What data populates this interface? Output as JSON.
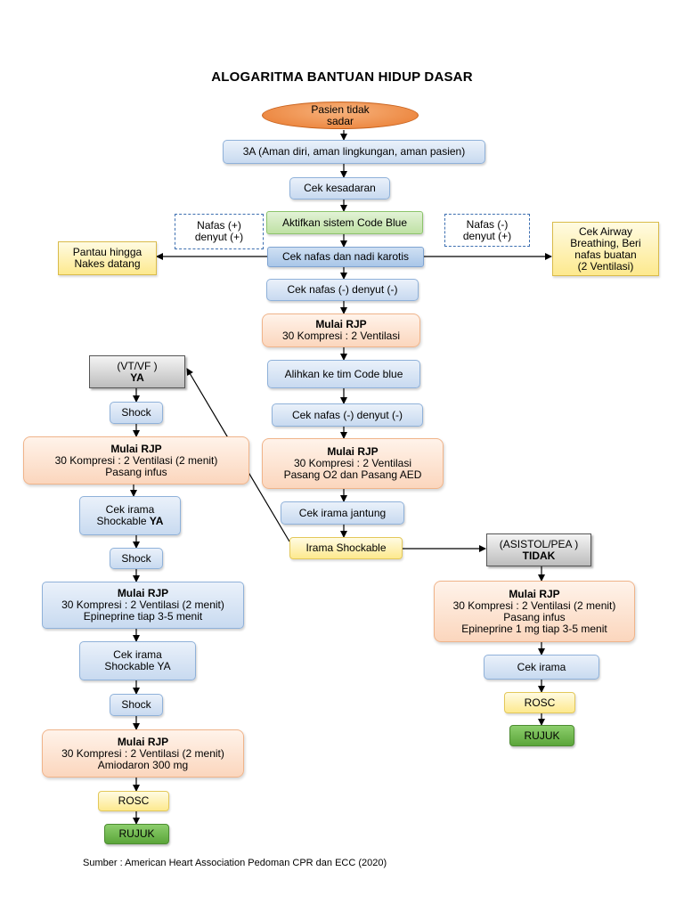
{
  "title": "ALOGARITMA BANTUAN HIDUP DASAR",
  "source": "Sumber : American Heart Association Pedoman CPR dan ECC (2020)",
  "main": {
    "start_l1": "Pasien tidak",
    "start_l2": "sadar",
    "step_3a": "3A (Aman diri, aman lingkungan, aman pasien)",
    "cek_kesadaran": "Cek kesadaran",
    "code_blue": "Aktifkan sistem Code Blue",
    "cek_nafas_nadi": "Cek nafas dan nadi karotis",
    "cek_nafas_denyut_1": "Cek nafas (-) denyut (-)",
    "rjp1_title": "Mulai RJP",
    "rjp1_l1": "30 Kompresi : 2 Ventilasi",
    "alihkan": "Alihkan ke tim Code blue",
    "cek_nafas_denyut_2": "Cek nafas (-) denyut (-)",
    "rjp2_title": "Mulai RJP",
    "rjp2_l1": "30 Kompresi : 2 Ventilasi",
    "rjp2_l2": "Pasang O2 dan Pasang AED",
    "cek_irama_jantung": "Cek irama jantung",
    "irama_shockable": "Irama Shockable"
  },
  "side": {
    "nafas_plus_l1": "Nafas (+)",
    "nafas_plus_l2": "denyut (+)",
    "nafas_minus_l1": "Nafas (-)",
    "nafas_minus_l2": "denyut (+)",
    "pantau_l1": "Pantau hingga",
    "pantau_l2": "Nakes datang",
    "airway_l1": "Cek Airway",
    "airway_l2": "Breathing, Beri",
    "airway_l3": "nafas buatan",
    "airway_l4": "(2 Ventilasi)"
  },
  "left": {
    "vtvf": "(VT/VF )",
    "ya": "YA",
    "shock1": "Shock",
    "rjp_a_title": "Mulai RJP",
    "rjp_a_l1": "30 Kompresi : 2 Ventilasi (2 menit)",
    "rjp_a_l2": "Pasang infus",
    "cek_irama1_l1": "Cek irama",
    "cek_irama1_l2": "Shockable",
    "cek_irama1_ya": "YA",
    "shock2": "Shock",
    "rjp_b_title": "Mulai RJP",
    "rjp_b_l1": "30 Kompresi : 2 Ventilasi (2 menit)",
    "rjp_b_l2": "Epineprine tiap 3-5 menit",
    "cek_irama2_l1": "Cek irama",
    "cek_irama2_l2": "Shockable YA",
    "shock3": "Shock",
    "rjp_c_title": "Mulai RJP",
    "rjp_c_l1": "30 Kompresi : 2 Ventilasi (2 menit)",
    "rjp_c_l2": "Amiodaron 300 mg",
    "rosc": "ROSC",
    "rujuk": "RUJUK"
  },
  "right": {
    "asistol": "(ASISTOL/PEA )",
    "tidak": "TIDAK",
    "rjp_title": "Mulai RJP",
    "rjp_l1": "30 Kompresi : 2 Ventilasi (2 menit)",
    "rjp_l2": "Pasang infus",
    "rjp_l3": "Epineprine 1 mg tiap 3-5 menit",
    "cek_irama": "Cek irama",
    "rosc": "ROSC",
    "rujuk": "RUJUK"
  },
  "colors": {
    "arrow": "#000000",
    "blue_fill": "#c8daf0",
    "peach_fill": "#fbd6bd",
    "green_fill": "#bfe1a4",
    "rujuk_fill": "#5ba53a",
    "yellow_fill": "#fde98e",
    "orange_start": "#e97a2e",
    "dashed_border": "#3d6fb0"
  }
}
